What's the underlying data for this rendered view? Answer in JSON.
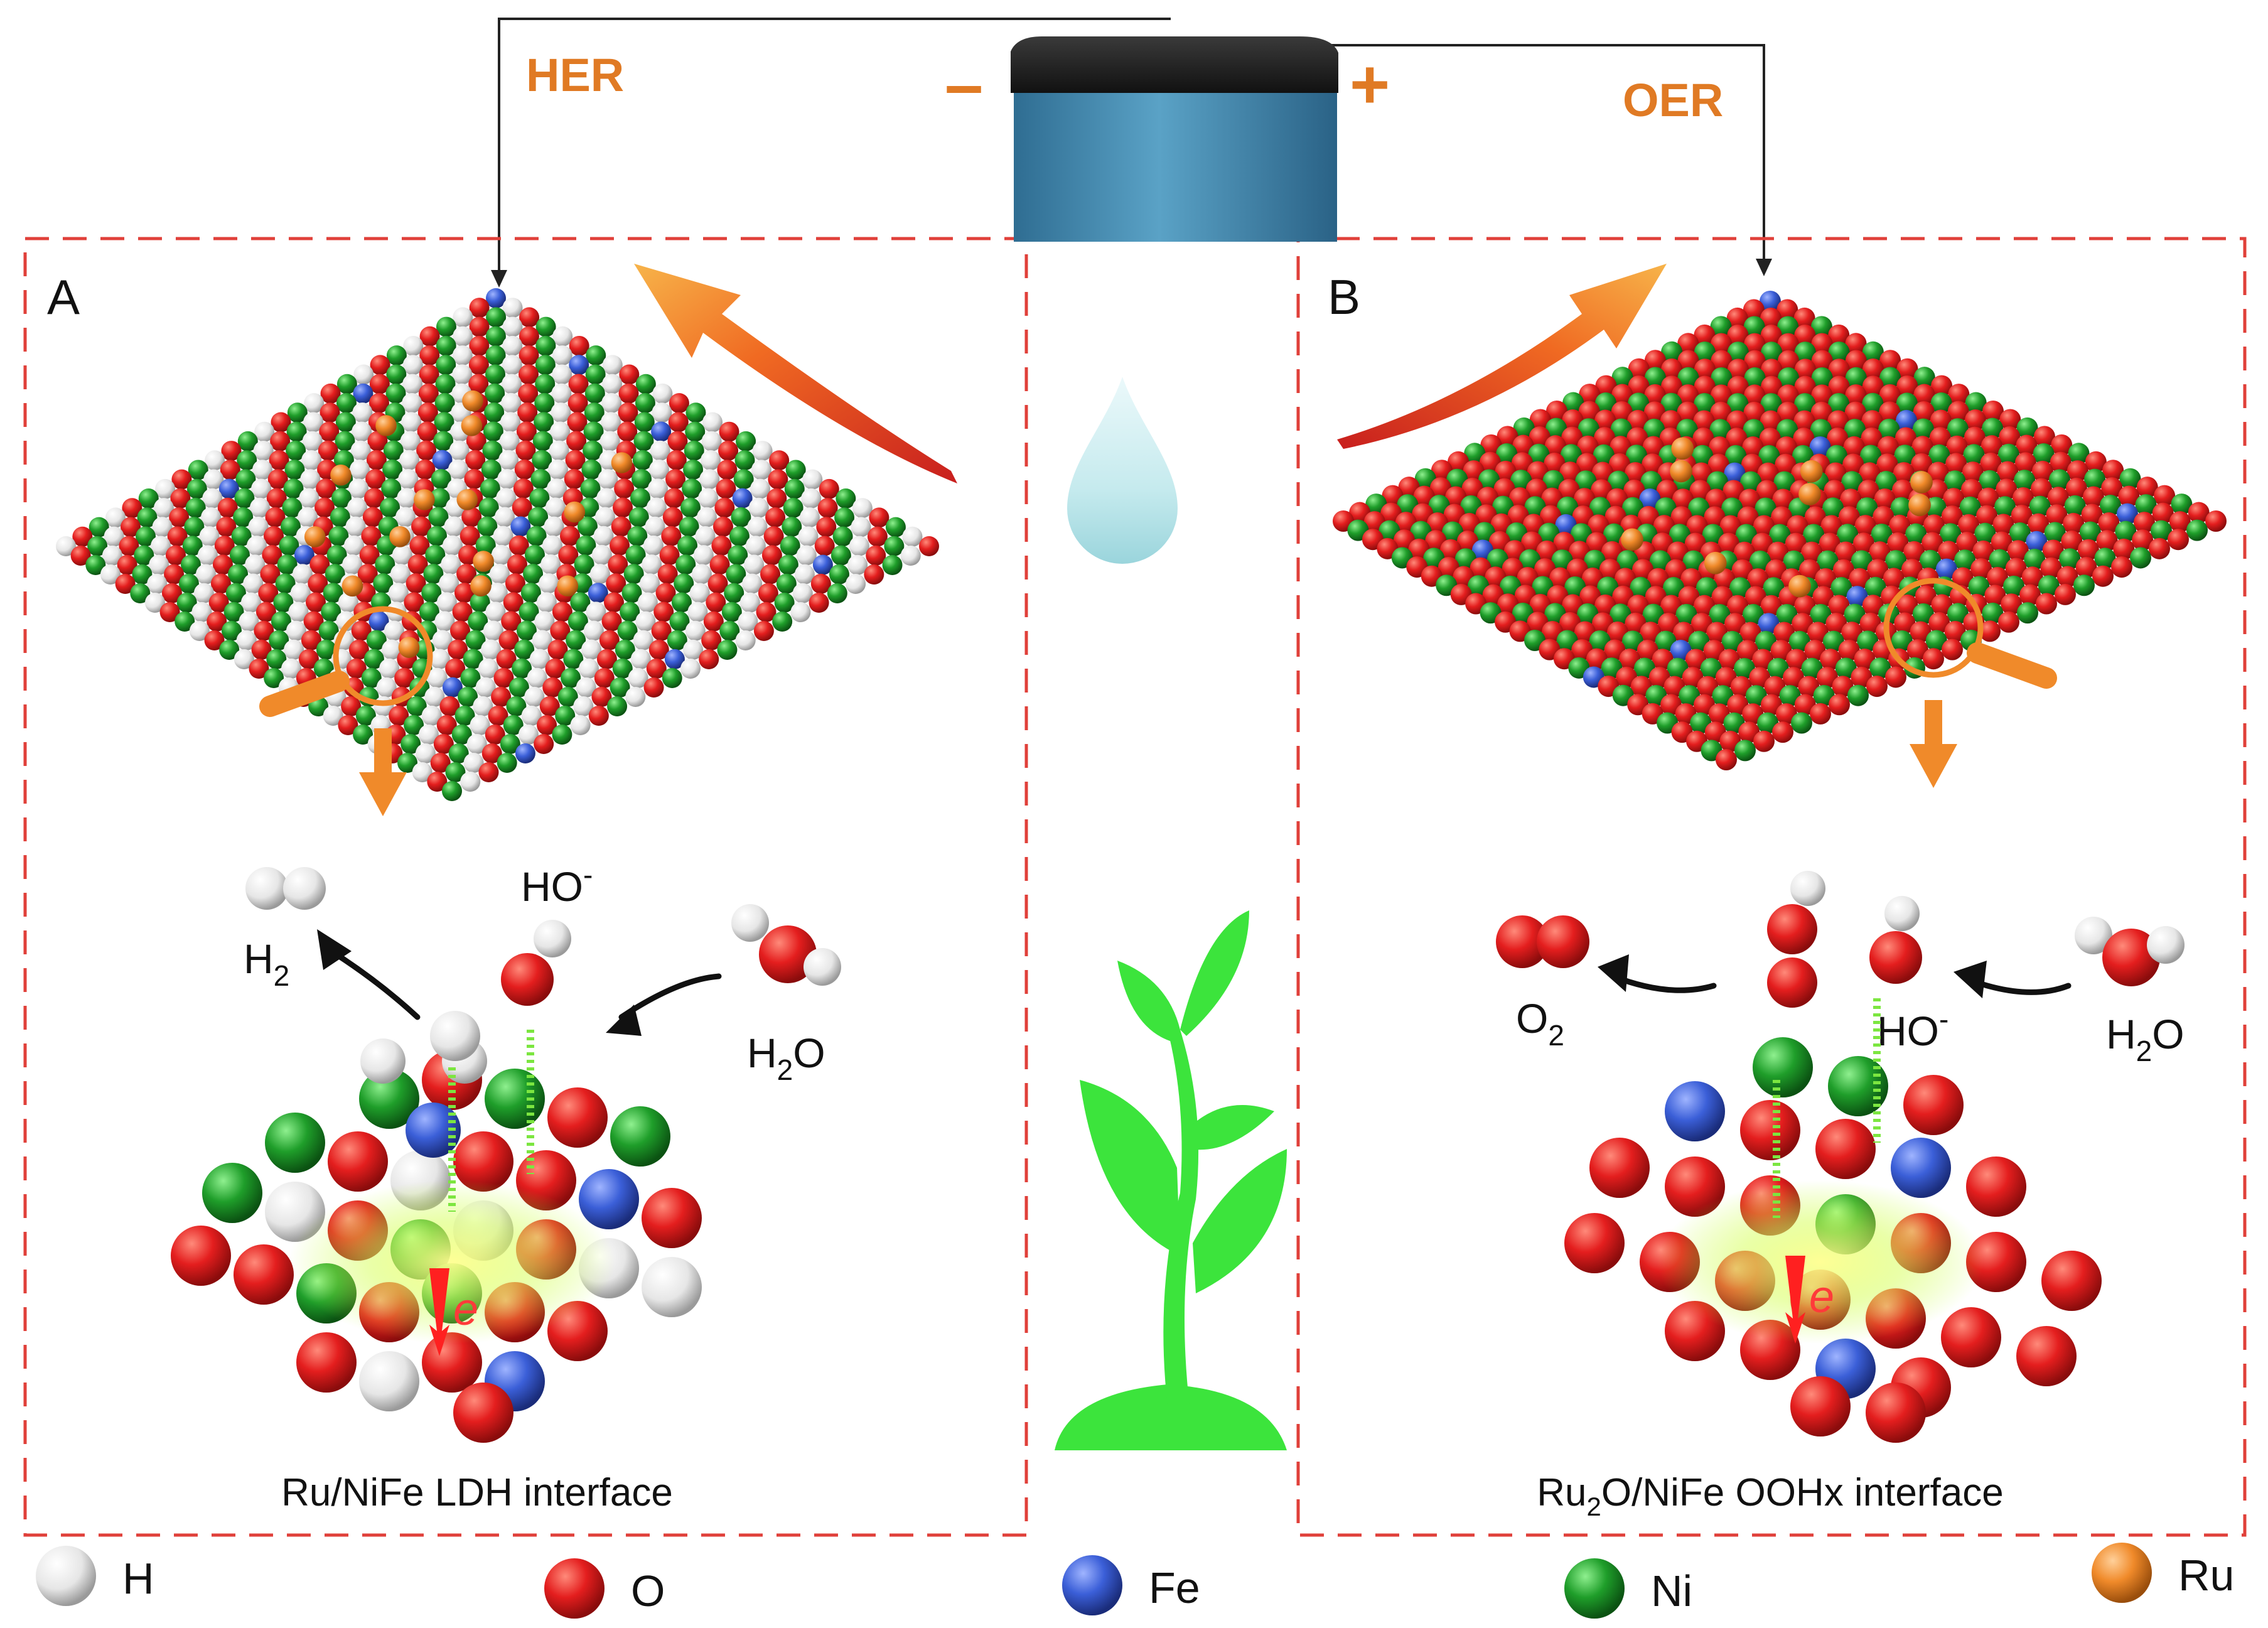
{
  "battery": {
    "minus": "–",
    "plus": "+"
  },
  "reactions": {
    "her": "HER",
    "oer": "OER"
  },
  "panels": {
    "a": {
      "letter": "A",
      "caption": "Ru/NiFe LDH interface",
      "products": {
        "h2_main": "H",
        "h2_sub": "2",
        "ho_main": "HO",
        "ho_sup": "-",
        "h2o_left": "H",
        "h2o_sub": "2",
        "h2o_right": "O"
      }
    },
    "b": {
      "letter": "B",
      "caption_pre": "Ru",
      "caption_sub": "2",
      "caption_post": "O/NiFe OOHx interface",
      "products": {
        "o2_main": "O",
        "o2_sub": "2",
        "ho_main": "HO",
        "ho_sup": "-",
        "h2o_left": "H",
        "h2o_sub": "2",
        "h2o_right": "O"
      }
    }
  },
  "electron": "e",
  "legend": [
    {
      "symbol": "H",
      "color": "#f2f2f2"
    },
    {
      "symbol": "O",
      "color": "#e02020"
    },
    {
      "symbol": "Fe",
      "color": "#3b5fd8"
    },
    {
      "symbol": "Ni",
      "color": "#1f9e2a"
    },
    {
      "symbol": "Ru",
      "color": "#f08a2a"
    }
  ],
  "colors": {
    "dash": "#e0403a",
    "label_orange": "#e07a24",
    "plant": "#3ce43c",
    "drop": "#bfe8ec",
    "battery": "#3f86ac"
  },
  "icons": [
    "battery-icon",
    "water-drop-icon",
    "plant-icon",
    "magnifier-icon"
  ]
}
